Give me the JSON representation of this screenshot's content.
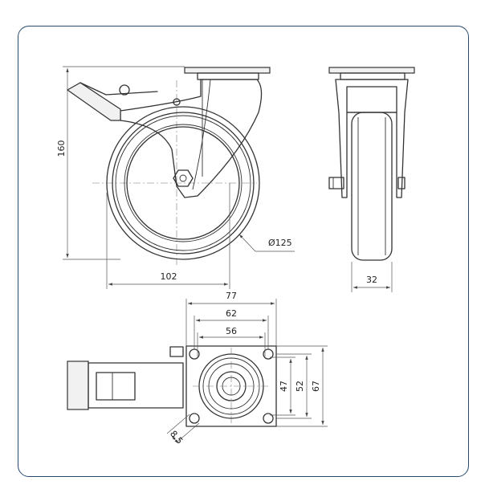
{
  "colors": {
    "frame": "#27496d",
    "line": "#333333"
  },
  "dimensions": {
    "height": "160",
    "width": "102",
    "wheel_diameter": "Ø125",
    "wheel_width": "32",
    "plate_outer": "77",
    "plate_mid": "62",
    "plate_inner": "56",
    "plate_h_inner": "47",
    "plate_h_mid": "52",
    "plate_h_outer": "67",
    "hole": "8.5"
  }
}
